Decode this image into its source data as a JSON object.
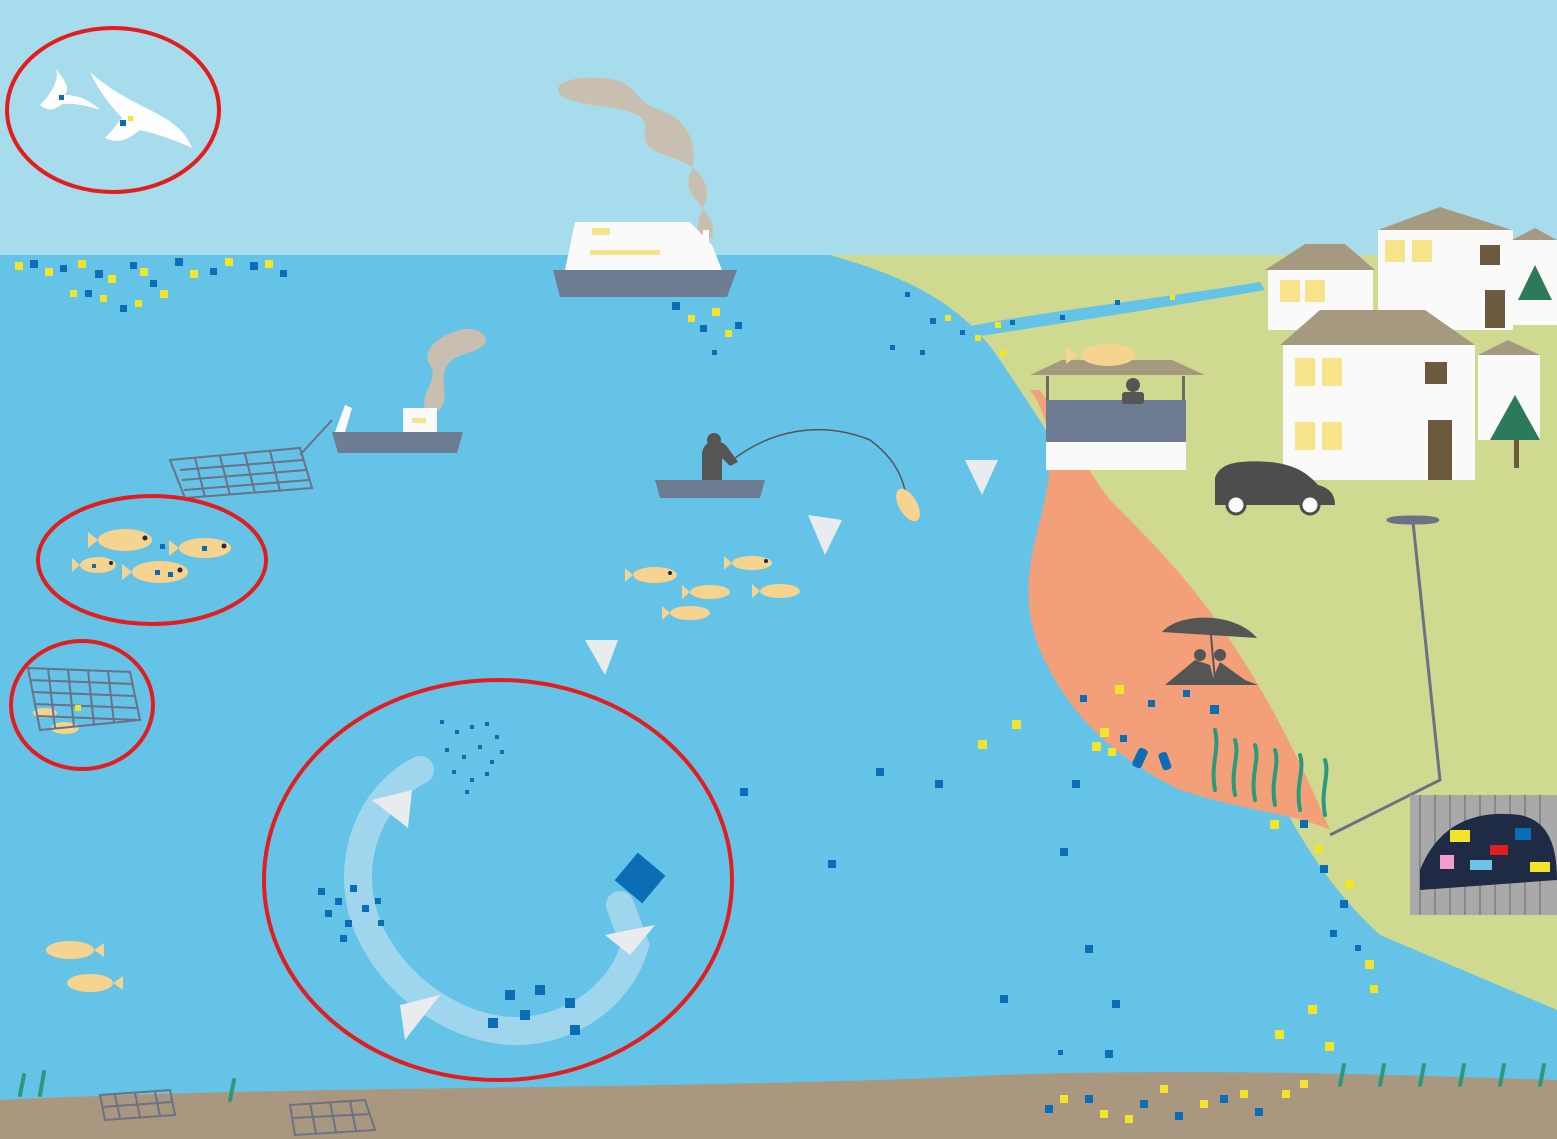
{
  "scene": {
    "description_free": true,
    "colors": {
      "sky": "#a6dcec",
      "sea": "#64c3e6",
      "land": "#cfd98f",
      "beach": "#f3a07a",
      "seabed": "#a9987f",
      "highlight_circle": "#e31d1d",
      "microplastic_blue": "#0a6db5",
      "microplastic_yellow": "#f2e32b",
      "fish": "#f6d38e",
      "boat_hull": "#6e7c93",
      "net": "#6b7285",
      "house_wall": "#fafafa",
      "roof": "#a59a80",
      "window": "#f7e48a",
      "tree": "#2c7a5a",
      "car": "#4d4d4d",
      "smoke": "#c9bfb0",
      "arrow": "#e8ecef"
    },
    "highlights": [
      {
        "target": "seabirds-ingesting-plastic"
      },
      {
        "target": "fish-ingesting-plastic"
      },
      {
        "target": "fish-caught-in-ghost-net"
      },
      {
        "target": "plastic-degradation-cycle"
      }
    ],
    "icons": [
      "bird-icon",
      "ship-icon",
      "fishing-boat-icon",
      "trawl-net-icon",
      "fisherman-icon",
      "fish-icon",
      "fish-market-icon",
      "house-icon",
      "tree-icon",
      "car-icon",
      "beach-umbrella-icon",
      "pipe-outfall-icon",
      "landfill-icon",
      "arrow-icon",
      "bottle-icon",
      "seaweed-icon"
    ]
  }
}
